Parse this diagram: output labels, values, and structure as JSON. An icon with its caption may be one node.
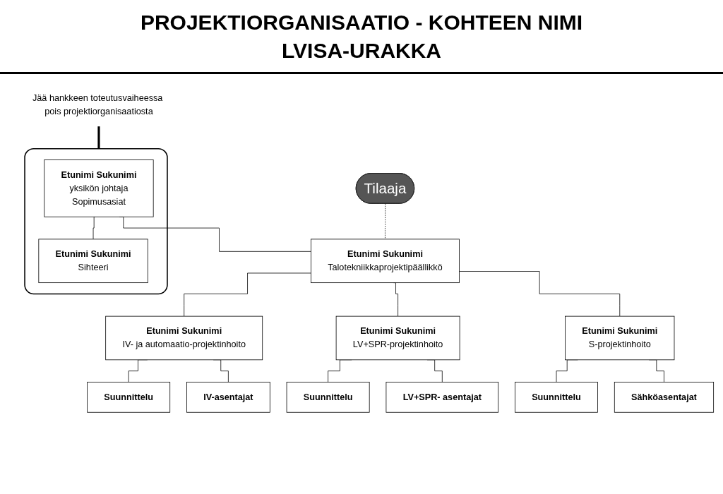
{
  "diagram": {
    "title": "PROJEKTIORGANISAATIO - KOHTEEN NIMI LVISA-URAKKA",
    "nodes": [
      {
        "text": [
          "Jää hankkeen toteutusvaiheessa pois projektiorganisaatiosta"
        ]
      },
      {
        "text": [],
        "shape": "box"
      },
      {
        "text": [
          "Etunimi Sukunimi",
          "yksikön johtaja",
          "Sopimusasiat"
        ],
        "in": 1
      },
      {
        "text": [
          "Etunimi Sukunimi",
          "Sihteeri"
        ],
        "in": 1
      },
      {
        "text": [
          "Tilaaja"
        ]
      },
      {
        "text": [
          "Etunimi Sukunimi",
          "Talotekniikkaprojektipäällikkö"
        ]
      },
      {
        "text": [
          "Etunimi Sukunimi",
          "IV- ja automaatio-projektinhoito"
        ]
      },
      {
        "text": [
          "Etunimi Sukunimi",
          "LV+SPR-projektinhoito"
        ]
      },
      {
        "text": [
          "Etunimi Sukunimi",
          "S-projektinhoito"
        ]
      },
      {
        "text": [
          "Suunnittelu"
        ]
      },
      {
        "text": [
          "IV-asentajat"
        ]
      },
      {
        "text": [
          "Suunnittelu"
        ]
      },
      {
        "text": [
          "LV+SPR- asentajat"
        ]
      },
      {
        "text": [
          "Suunnittelu"
        ]
      },
      {
        "text": [
          "Sähköasentajat"
        ]
      }
    ],
    "edges": [
      {
        "from": 0,
        "to": 1,
        "arrow": "none",
        "style": "thick"
      },
      {
        "from": 2,
        "to": 5,
        "arrow": "none"
      },
      {
        "from": 2,
        "to": 3,
        "arrow": "none"
      },
      {
        "from": 4,
        "to": 5,
        "arrow": "none",
        "style": "dashed"
      },
      {
        "from": 5,
        "to": 6,
        "arrow": "none"
      },
      {
        "from": 5,
        "to": 7,
        "arrow": "none"
      },
      {
        "from": 5,
        "to": 8,
        "arrow": "none"
      },
      {
        "from": 6,
        "to": 9,
        "arrow": "none"
      },
      {
        "from": 6,
        "to": 10,
        "arrow": "none"
      },
      {
        "from": 7,
        "to": 11,
        "arrow": "none"
      },
      {
        "from": 7,
        "to": 12,
        "arrow": "none"
      },
      {
        "from": 8,
        "to": 13,
        "arrow": "none"
      },
      {
        "from": 8,
        "to": 14,
        "arrow": "none"
      }
    ]
  }
}
